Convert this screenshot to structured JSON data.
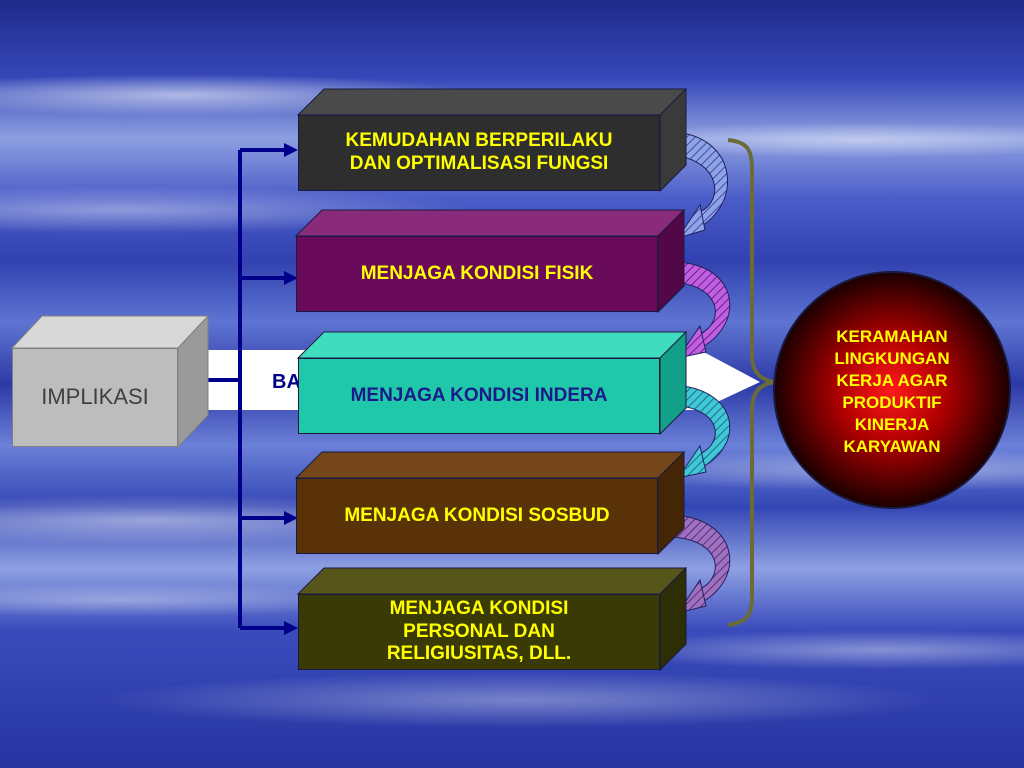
{
  "source": {
    "label": "IMPLIKASI",
    "partial_label": "BA"
  },
  "items": [
    {
      "label": "KEMUDAHAN BERPERILAKU\nDAN OPTIMALISASI FUNGSI",
      "front": "#2e2e2e",
      "top": "#4a4a4a",
      "side": "#3a3a3a",
      "text_color": "#ffff00"
    },
    {
      "label": "MENJAGA KONDISI FISIK",
      "front": "#6a0a5a",
      "top": "#8a2a7a",
      "side": "#520848",
      "text_color": "#ffff00"
    },
    {
      "label": "MENJAGA KONDISI INDERA",
      "front": "#1ec8a8",
      "top": "#40dcc0",
      "side": "#12a088",
      "text_color": "#1a1a8a"
    },
    {
      "label": "MENJAGA KONDISI SOSBUD",
      "front": "#5a3208",
      "top": "#74461a",
      "side": "#442606",
      "text_color": "#ffff00"
    },
    {
      "label": "MENJAGA KONDISI\nPERSONAL DAN\nRELIGIUSITAS, DLL.",
      "front": "#3a3a06",
      "top": "#56561a",
      "side": "#2e2e04",
      "text_color": "#ffff00"
    }
  ],
  "result": {
    "label": "KERAMAHAN\nLINGKUNGAN\nKERJA AGAR\nPRODUKTIF\nKINERJA\nKARYAWAN"
  },
  "colors": {
    "connector": "#00008b",
    "implikasi_front": "#bdbdbd",
    "implikasi_text": "#404040",
    "result_text": "#ffff00",
    "brace": "#6b6b3a"
  }
}
